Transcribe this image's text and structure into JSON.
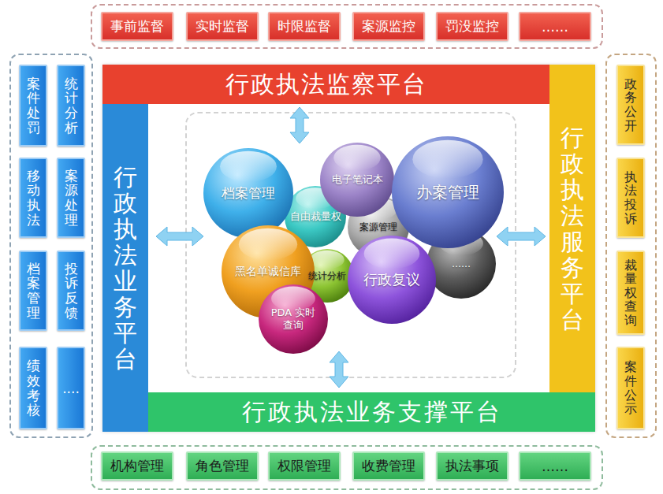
{
  "diagram": {
    "nodes": [
      {
        "text": [
          "事前监督"
        ]
      },
      {
        "text": [
          "实时监督"
        ]
      },
      {
        "text": [
          "时限监督"
        ]
      },
      {
        "text": [
          "案源监控"
        ]
      },
      {
        "text": [
          "罚没监控"
        ]
      },
      {
        "text": [
          "……"
        ]
      },
      {
        "text": [
          "案件处罚"
        ]
      },
      {
        "text": [
          "统计分析"
        ]
      },
      {
        "text": [
          "移动执法"
        ]
      },
      {
        "text": [
          "案源处理"
        ]
      },
      {
        "text": [
          "档案管理"
        ]
      },
      {
        "text": [
          "投诉反馈"
        ]
      },
      {
        "text": [
          "绩效考核"
        ]
      },
      {
        "text": [
          "...."
        ]
      },
      {
        "text": [
          "行政执法监察平台"
        ]
      },
      {
        "text": [
          "行政执法业务平台"
        ]
      },
      {
        "text": [
          "档案管理"
        ]
      },
      {
        "text": [
          "自由裁量权"
        ]
      },
      {
        "text": [
          "电子笔记本"
        ]
      },
      {
        "text": [
          "办案管理"
        ]
      },
      {
        "text": [
          "案源管理"
        ]
      },
      {
        "text": [
          "黑名单诚信库"
        ]
      },
      {
        "text": [
          "统计分析"
        ]
      },
      {
        "text": [
          "行政复议"
        ]
      },
      {
        "text": [
          "……"
        ]
      },
      {
        "text": [
          "PDA 实时查询"
        ]
      },
      {
        "text": [
          "行政执法服务平台"
        ]
      },
      {
        "text": [
          "政务公开"
        ]
      },
      {
        "text": [
          "执法投诉"
        ]
      },
      {
        "text": [
          "裁量权查询"
        ]
      },
      {
        "text": [
          "案件公示"
        ]
      },
      {
        "text": [
          "行政执法业务支撑平台"
        ]
      },
      {
        "text": [
          "机构管理"
        ]
      },
      {
        "text": [
          "角色管理"
        ]
      },
      {
        "text": [
          "权限管理"
        ]
      },
      {
        "text": [
          "收费管理"
        ]
      },
      {
        "text": [
          "执法事项"
        ]
      },
      {
        "text": [
          "……"
        ]
      }
    ]
  }
}
